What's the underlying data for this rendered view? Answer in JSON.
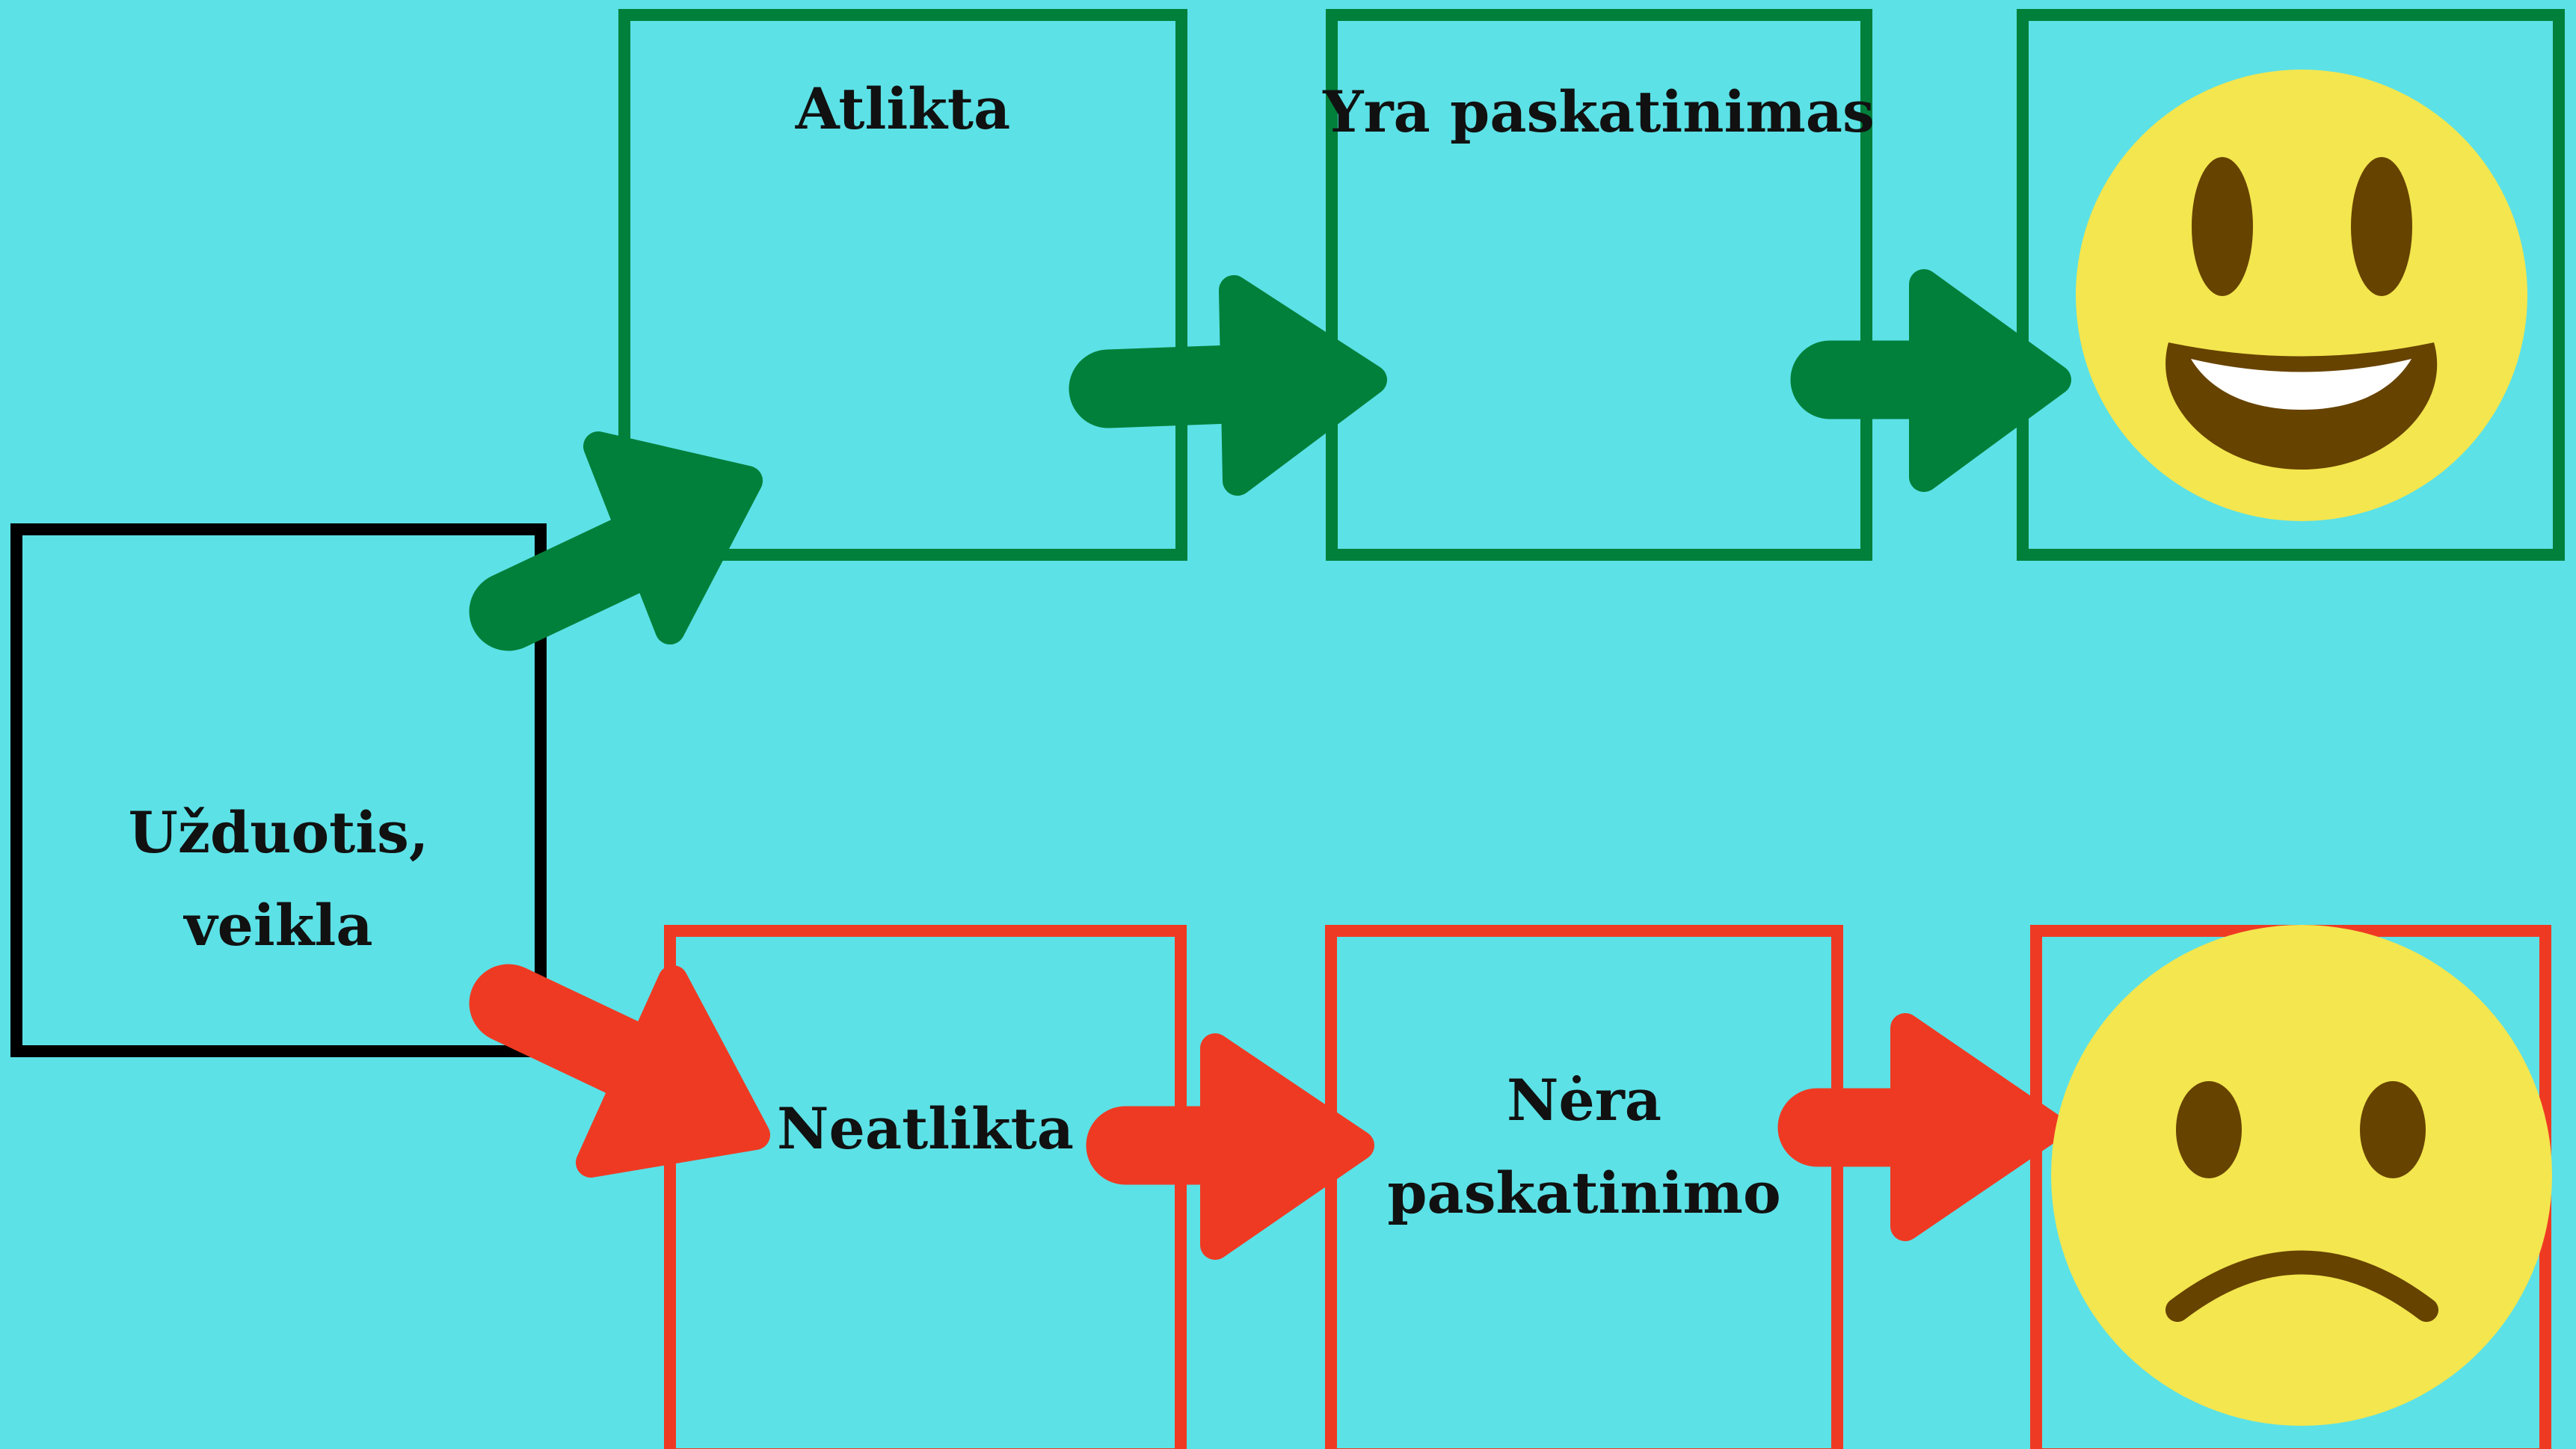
{
  "labels": {
    "task": [
      "Užduotis,",
      "veikla"
    ],
    "done": "Atlikta",
    "reward": "Yra paskatinimas",
    "not_done": "Neatlikta",
    "no_reward": [
      "Nėra",
      "paskatinimo"
    ]
  },
  "faces": {
    "success": "smiling-face",
    "failure": "frowning-face"
  },
  "colors": {
    "background": "#5ce1e6",
    "success": "#00803a",
    "failure": "#ef3a23",
    "neutral": "#000000",
    "face": "#f3e64f",
    "feature": "#674300"
  }
}
